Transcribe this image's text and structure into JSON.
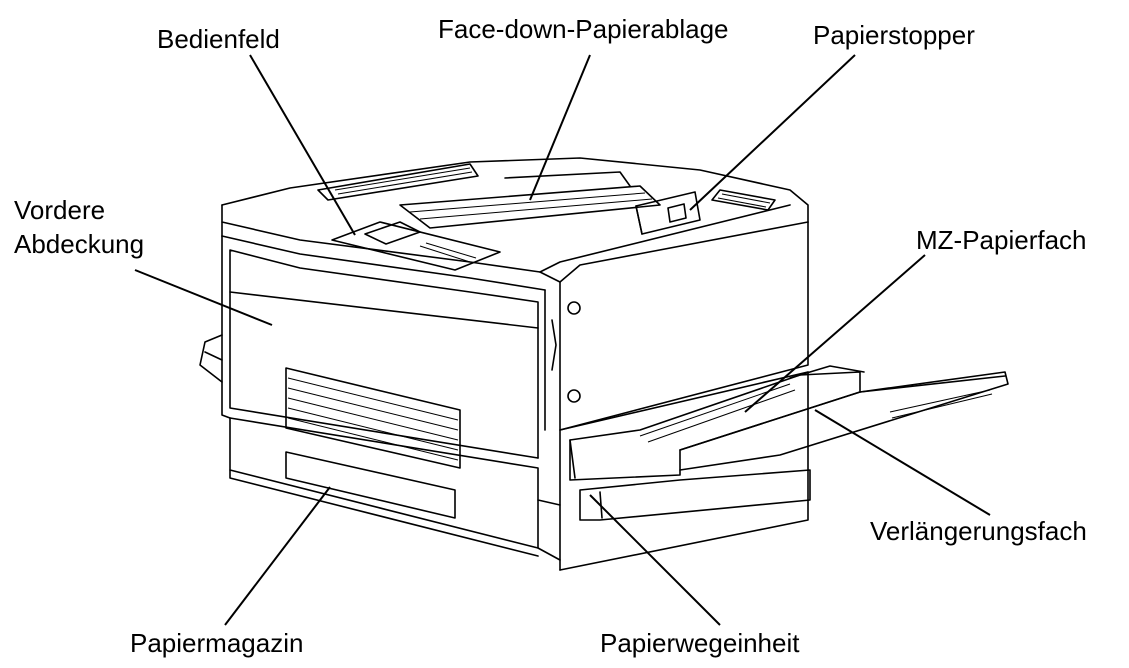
{
  "labels": {
    "bedienfeld": "Bedienfeld",
    "face_down": "Face-down-Papierablage",
    "papierstopper": "Papierstopper",
    "vordere_1": "Vordere",
    "vordere_2": "Abdeckung",
    "mz_papierfach": "MZ-Papierfach",
    "verlaengerungsfach": "Verlängerungsfach",
    "papiermagazin": "Papiermagazin",
    "papierwegeinheit": "Papierwegeinheit"
  }
}
